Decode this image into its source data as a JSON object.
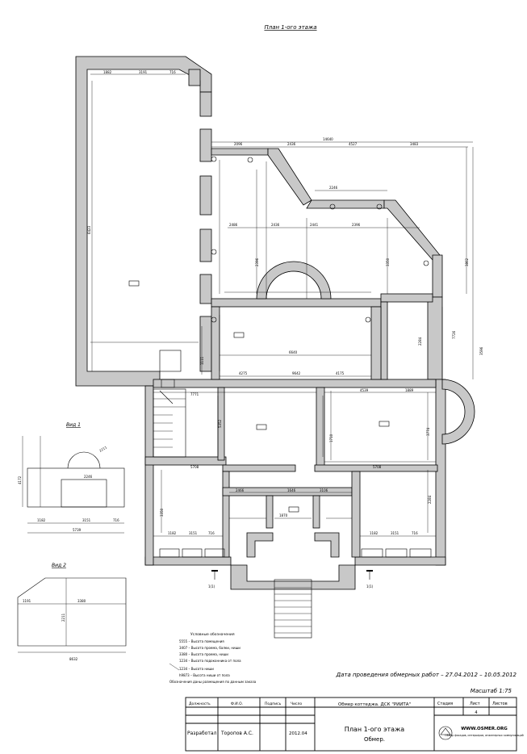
{
  "plan_title": "План 1-ого этажа",
  "view1_label": "Вид 1",
  "view2_label": "Вид 2",
  "section_mark": "1(1)",
  "survey_date": "Дата проведения обмерных работ – 27.04.2012 – 10.05.2012",
  "scale": "Масштаб 1:75",
  "legend": {
    "title": "Условные обозначения",
    "items": [
      "5555 – Высота помещения",
      "3407 – Высота проема, балки, ниши",
      "3380 – Высота проема, ниши",
      "1234 – Высота подоконника от пола",
      "1234 – Высота ниши",
      "h9873 – Высота ниши от пола"
    ],
    "note": "Обозначения даны размещения по данным заказа"
  },
  "stamp": {
    "col_headers": [
      "Должность",
      "Ф.И.О.",
      "Подпись",
      "Число"
    ],
    "developer_role": "Разработал",
    "developer_name": "Торопов А.С.",
    "developer_date": "2012.04",
    "project": "Обмер коттеджа. ДСК \"РИИТА\"",
    "sheet_title": "План 1-ого этажа",
    "sheet_subtitle": "Обмер.",
    "stage_header": "Стадия",
    "sheet_header": "Лист",
    "sheets_header": "Листов",
    "sheet_number": "4",
    "company_url": "WWW.OSMER.ORG",
    "company_note": "Обмер фасадов, интерьеров, инженерных коммуникаций"
  },
  "dims": {
    "d1": "1882",
    "d2": "3191",
    "d3": "716",
    "d4": "14640",
    "d5": "6423",
    "d6": "2096",
    "d7": "2436",
    "d8": "4527",
    "d9": "3483",
    "d10": "2486",
    "d11": "2441",
    "d12": "2396",
    "d13": "6640",
    "d14": "4275",
    "d15": "9642",
    "d16": "4175",
    "d17": "4539",
    "d18": "1889",
    "d19": "7771",
    "d20": "5708",
    "d21": "5708",
    "d22": "2466",
    "d23": "1646",
    "d24": "3106",
    "d25": "1870",
    "d26": "3596",
    "d27": "3862",
    "d28": "7726",
    "d29": "2284",
    "d30": "5352",
    "d31": "1182",
    "d32": "3151",
    "d33": "716",
    "d34": "5739",
    "d35": "8632",
    "d36": "4172",
    "d37": "2211",
    "d38": "1191",
    "d39": "3380",
    "d40": "2246",
    "d41": "2284",
    "d42": "3350",
    "d43": "3774",
    "d44": "1710",
    "d45": "1111"
  }
}
